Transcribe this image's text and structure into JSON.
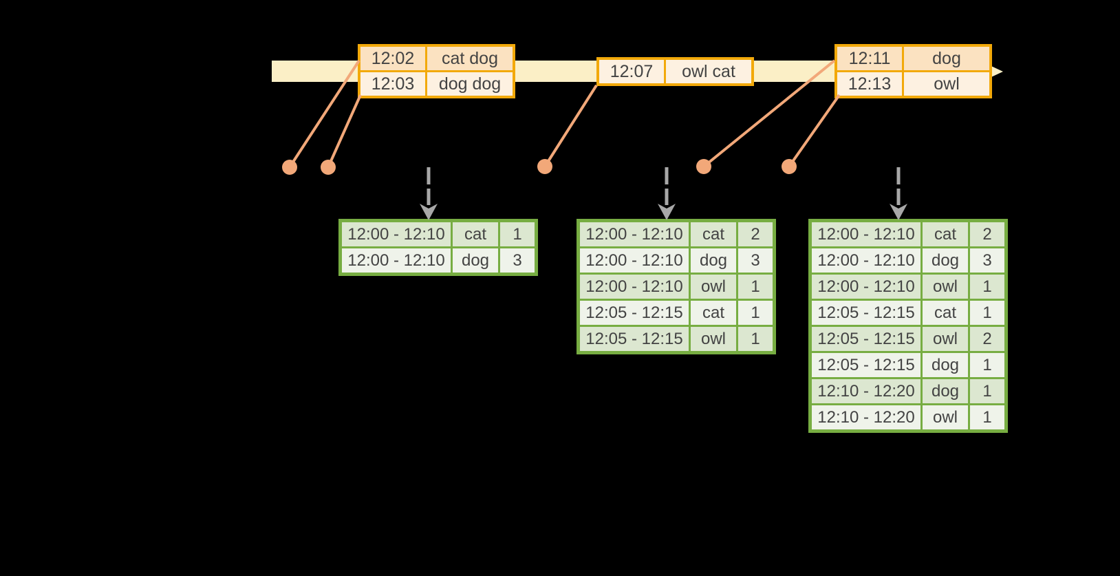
{
  "palette": {
    "timeline_fill": "#FBEFC6",
    "event_border": "#F2A90A",
    "event_row_dark": "#FBE2C1",
    "event_row_light": "#FDF1E1",
    "result_border": "#77AD42",
    "result_row_dark": "#DCE7D0",
    "result_row_light": "#EFF3EA",
    "connector": "#F2A879",
    "arrow_gray": "#A8A8A8",
    "text": "#434343"
  },
  "event_tables": [
    {
      "rows": [
        {
          "time": "12:02",
          "words": "cat dog",
          "tint": "dark"
        },
        {
          "time": "12:03",
          "words": "dog dog",
          "tint": "light"
        }
      ]
    },
    {
      "rows": [
        {
          "time": "12:07",
          "words": "owl cat",
          "tint": "light"
        }
      ]
    },
    {
      "rows": [
        {
          "time": "12:11",
          "words": "dog",
          "tint": "dark"
        },
        {
          "time": "12:13",
          "words": "owl",
          "tint": "light"
        }
      ]
    }
  ],
  "result_tables": [
    {
      "rows": [
        [
          "12:00 - 12:10",
          "cat",
          "1"
        ],
        [
          "12:00 - 12:10",
          "dog",
          "3"
        ]
      ]
    },
    {
      "rows": [
        [
          "12:00 - 12:10",
          "cat",
          "2"
        ],
        [
          "12:00 - 12:10",
          "dog",
          "3"
        ],
        [
          "12:00 - 12:10",
          "owl",
          "1"
        ],
        [
          "12:05 - 12:15",
          "cat",
          "1"
        ],
        [
          "12:05 - 12:15",
          "owl",
          "1"
        ]
      ]
    },
    {
      "rows": [
        [
          "12:00 - 12:10",
          "cat",
          "2"
        ],
        [
          "12:00 - 12:10",
          "dog",
          "3"
        ],
        [
          "12:00 - 12:10",
          "owl",
          "1"
        ],
        [
          "12:05 - 12:15",
          "cat",
          "1"
        ],
        [
          "12:05 - 12:15",
          "owl",
          "2"
        ],
        [
          "12:05 - 12:15",
          "dog",
          "1"
        ],
        [
          "12:10 - 12:20",
          "dog",
          "1"
        ],
        [
          "12:10 - 12:20",
          "owl",
          "1"
        ]
      ]
    }
  ]
}
